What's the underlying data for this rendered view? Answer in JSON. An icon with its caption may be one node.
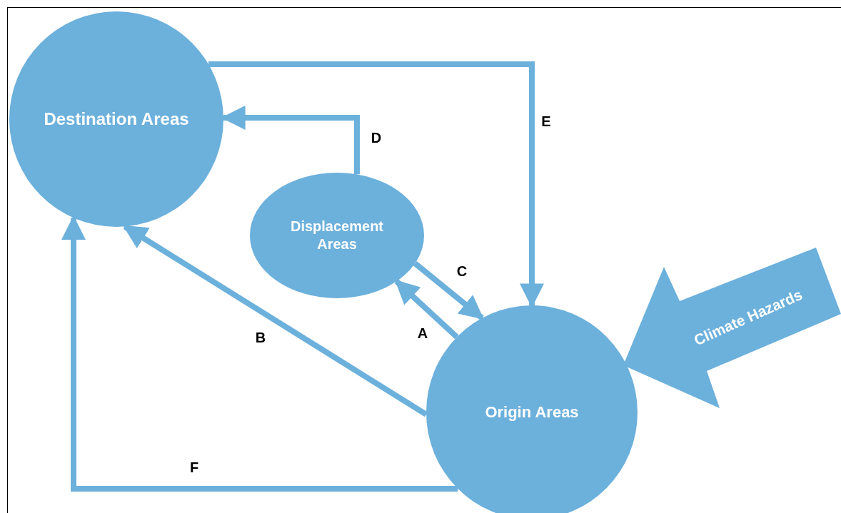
{
  "diagram": {
    "nodes": [
      {
        "text": [
          "Destination Areas"
        ]
      },
      {
        "text": [
          "Displacement Areas"
        ]
      },
      {
        "text": [
          "Origin Areas"
        ]
      },
      {
        "text": [
          "Climate Hazards"
        ]
      }
    ],
    "edges": [
      {
        "from": 2,
        "to": 1,
        "arrow": "to",
        "label": "A"
      },
      {
        "from": 2,
        "to": 0,
        "arrow": "to",
        "label": "B"
      },
      {
        "from": 1,
        "to": 2,
        "arrow": "to",
        "label": "C"
      },
      {
        "from": 1,
        "to": 0,
        "arrow": "to",
        "label": "D"
      },
      {
        "from": 0,
        "to": 2,
        "arrow": "to",
        "label": "E"
      },
      {
        "from": 2,
        "to": 0,
        "arrow": "to",
        "label": "F"
      }
    ]
  }
}
